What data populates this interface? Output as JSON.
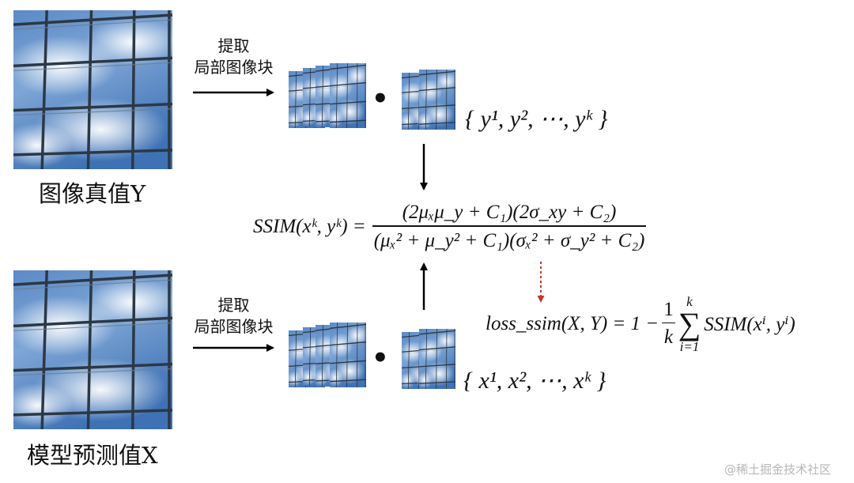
{
  "labels": {
    "truth_caption": "图像真值Y",
    "pred_caption": "模型预测值X",
    "extract_top_line1": "提取",
    "extract_top_line2": "局部图像块",
    "extract_bottom_line1": "提取",
    "extract_bottom_line2": "局部图像块"
  },
  "sets": {
    "y_set": "{ y¹, y², ⋯, yᵏ }",
    "x_set": "{ x¹, x², ⋯, xᵏ }",
    "dots": "• •"
  },
  "formulas": {
    "ssim_lhs": "SSIM(xᵏ, yᵏ) =",
    "ssim_numerator": "(2μₓμ_y + C₁)(2σ_xy + C₂)",
    "ssim_denominator": "(μₓ² + μ_y² + C₁)(σₓ² + σ_y² + C₂)",
    "loss_lhs": "loss_ssim(X, Y) = 1 −",
    "loss_frac_num": "1",
    "loss_frac_den": "k",
    "sum_upper": "k",
    "sum_lower": "i=1",
    "loss_rhs": "SSIM(xⁱ, yⁱ)"
  },
  "watermark": "@稀土掘金技术社区",
  "colors": {
    "arrow": "#000000",
    "dashed_arrow": "#c0392b",
    "sky_top": "#3c6fb0",
    "sky_bottom": "#8fb4dd",
    "cloud": "#f2f5f9",
    "frame": "#33414f"
  }
}
